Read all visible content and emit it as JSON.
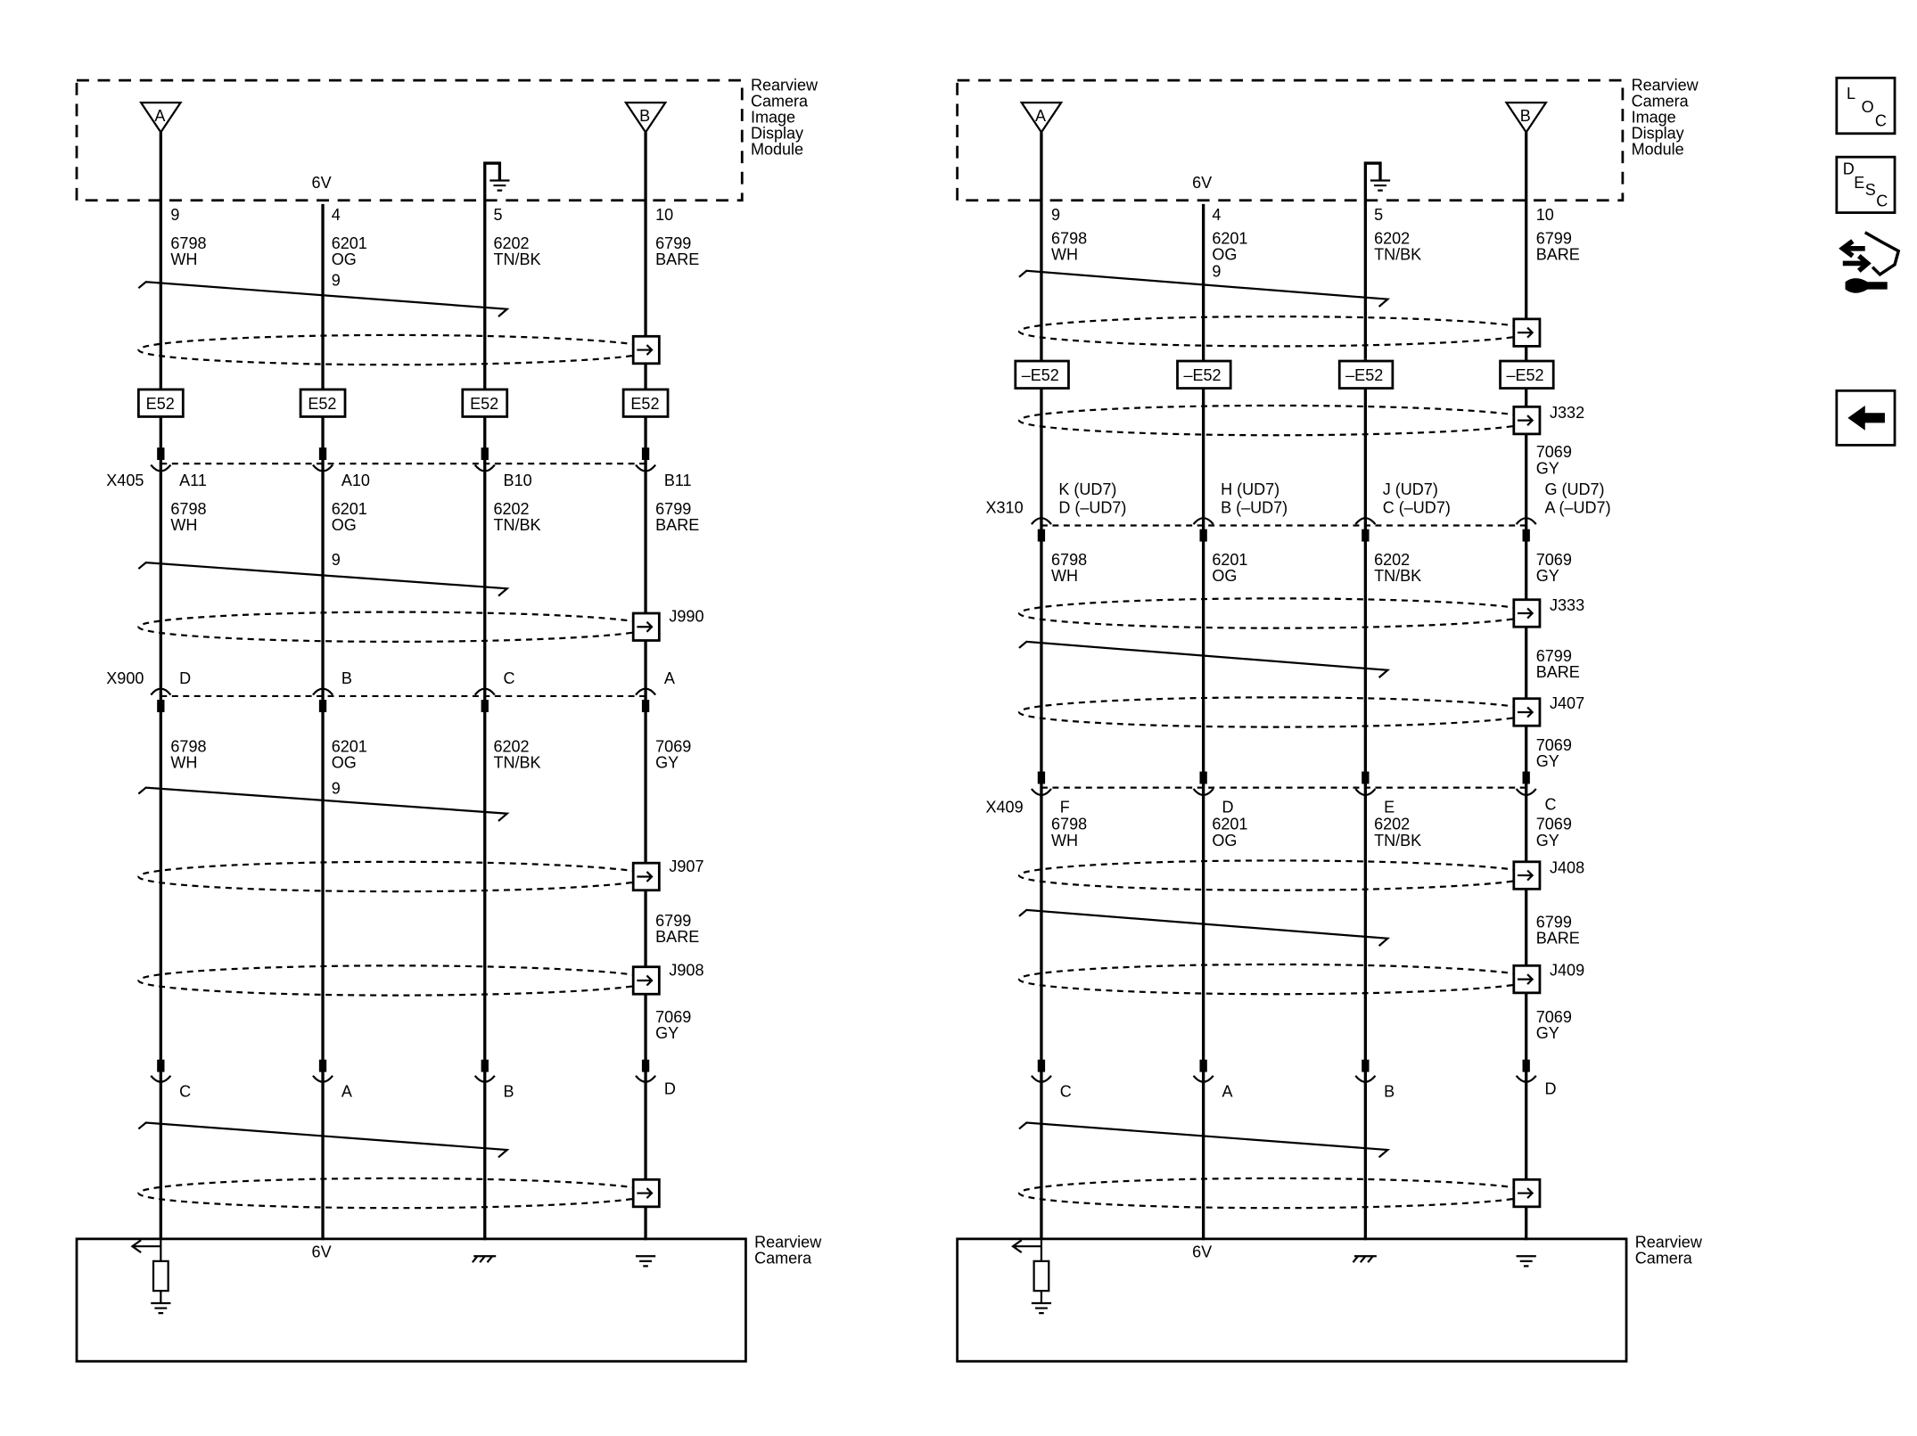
{
  "left": {
    "module_label": [
      "Rearview",
      "Camera",
      "Image",
      "Display",
      "Module"
    ],
    "camera_label": [
      "Rearview",
      "Camera"
    ],
    "top_pins": [
      "9",
      "4",
      "5",
      "10"
    ],
    "top_wires": [
      [
        "6798",
        "WH"
      ],
      [
        "6201",
        "OG"
      ],
      [
        "6202",
        "TN/BK"
      ],
      [
        "6799",
        "BARE"
      ]
    ],
    "v6_label": "6V",
    "twist_count": "9",
    "e52_label": "E52",
    "connectors": [
      {
        "name": "X405",
        "pins": [
          "A11",
          "A10",
          "B10",
          "B11"
        ],
        "wires": [
          [
            "6798",
            "WH"
          ],
          [
            "6201",
            "OG"
          ],
          [
            "6202",
            "TN/BK"
          ],
          [
            "6799",
            "BARE"
          ]
        ]
      },
      {
        "name": "X900",
        "pins": [
          "D",
          "B",
          "C",
          "A"
        ],
        "wires": [
          [
            "6798",
            "WH"
          ],
          [
            "6201",
            "OG"
          ],
          [
            "6202",
            "TN/BK"
          ],
          [
            "7069",
            "GY"
          ]
        ]
      }
    ],
    "splices": [
      "J990",
      "J907",
      "J908"
    ],
    "splice_wire_1": [
      "6799",
      "BARE"
    ],
    "splice_wire_2": [
      "7069",
      "GY"
    ],
    "bottom_pins": [
      "C",
      "A",
      "B",
      "D"
    ]
  },
  "right": {
    "module_label": [
      "Rearview",
      "Camera",
      "Image",
      "Display",
      "Module"
    ],
    "camera_label": [
      "Rearview",
      "Camera"
    ],
    "top_pins": [
      "9",
      "4",
      "5",
      "10"
    ],
    "top_wires": [
      [
        "6798",
        "WH"
      ],
      [
        "6201",
        "OG"
      ],
      [
        "6202",
        "TN/BK"
      ],
      [
        "6799",
        "BARE"
      ]
    ],
    "v6_label": "6V",
    "twist_count": "9",
    "e52_label": "–E52",
    "x310": {
      "name": "X310",
      "pins": [
        [
          "K (UD7)",
          "D (–UD7)"
        ],
        [
          "H (UD7)",
          "B (–UD7)"
        ],
        [
          "J (UD7)",
          "C (–UD7)"
        ],
        [
          "G (UD7)",
          "A (–UD7)"
        ]
      ],
      "wires": [
        [
          "6798",
          "WH"
        ],
        [
          "6201",
          "OG"
        ],
        [
          "6202",
          "TN/BK"
        ],
        [
          "7069",
          "GY"
        ]
      ]
    },
    "j332": "J332",
    "j332_wire": [
      "7069",
      "GY"
    ],
    "j333": "J333",
    "j333_wire": [
      "6799",
      "BARE"
    ],
    "j407": "J407",
    "j407_wire": [
      "7069",
      "GY"
    ],
    "x409": {
      "name": "X409",
      "pins": [
        "F",
        "D",
        "E",
        "C"
      ],
      "wires": [
        [
          "6798",
          "WH"
        ],
        [
          "6201",
          "OG"
        ],
        [
          "6202",
          "TN/BK"
        ],
        [
          "7069",
          "GY"
        ]
      ]
    },
    "j408": "J408",
    "j408_wire": [
      "6799",
      "BARE"
    ],
    "j409": "J409",
    "j409_wire": [
      "7069",
      "GY"
    ],
    "bottom_pins": [
      "C",
      "A",
      "B",
      "D"
    ]
  },
  "sidebar": {
    "loc": [
      "L",
      "O",
      "C"
    ],
    "desc": [
      "D",
      "E",
      "S",
      "C"
    ],
    "items": [
      "loc-icon",
      "desc-icon",
      "connector-tool-icon",
      "back-arrow-icon"
    ]
  }
}
